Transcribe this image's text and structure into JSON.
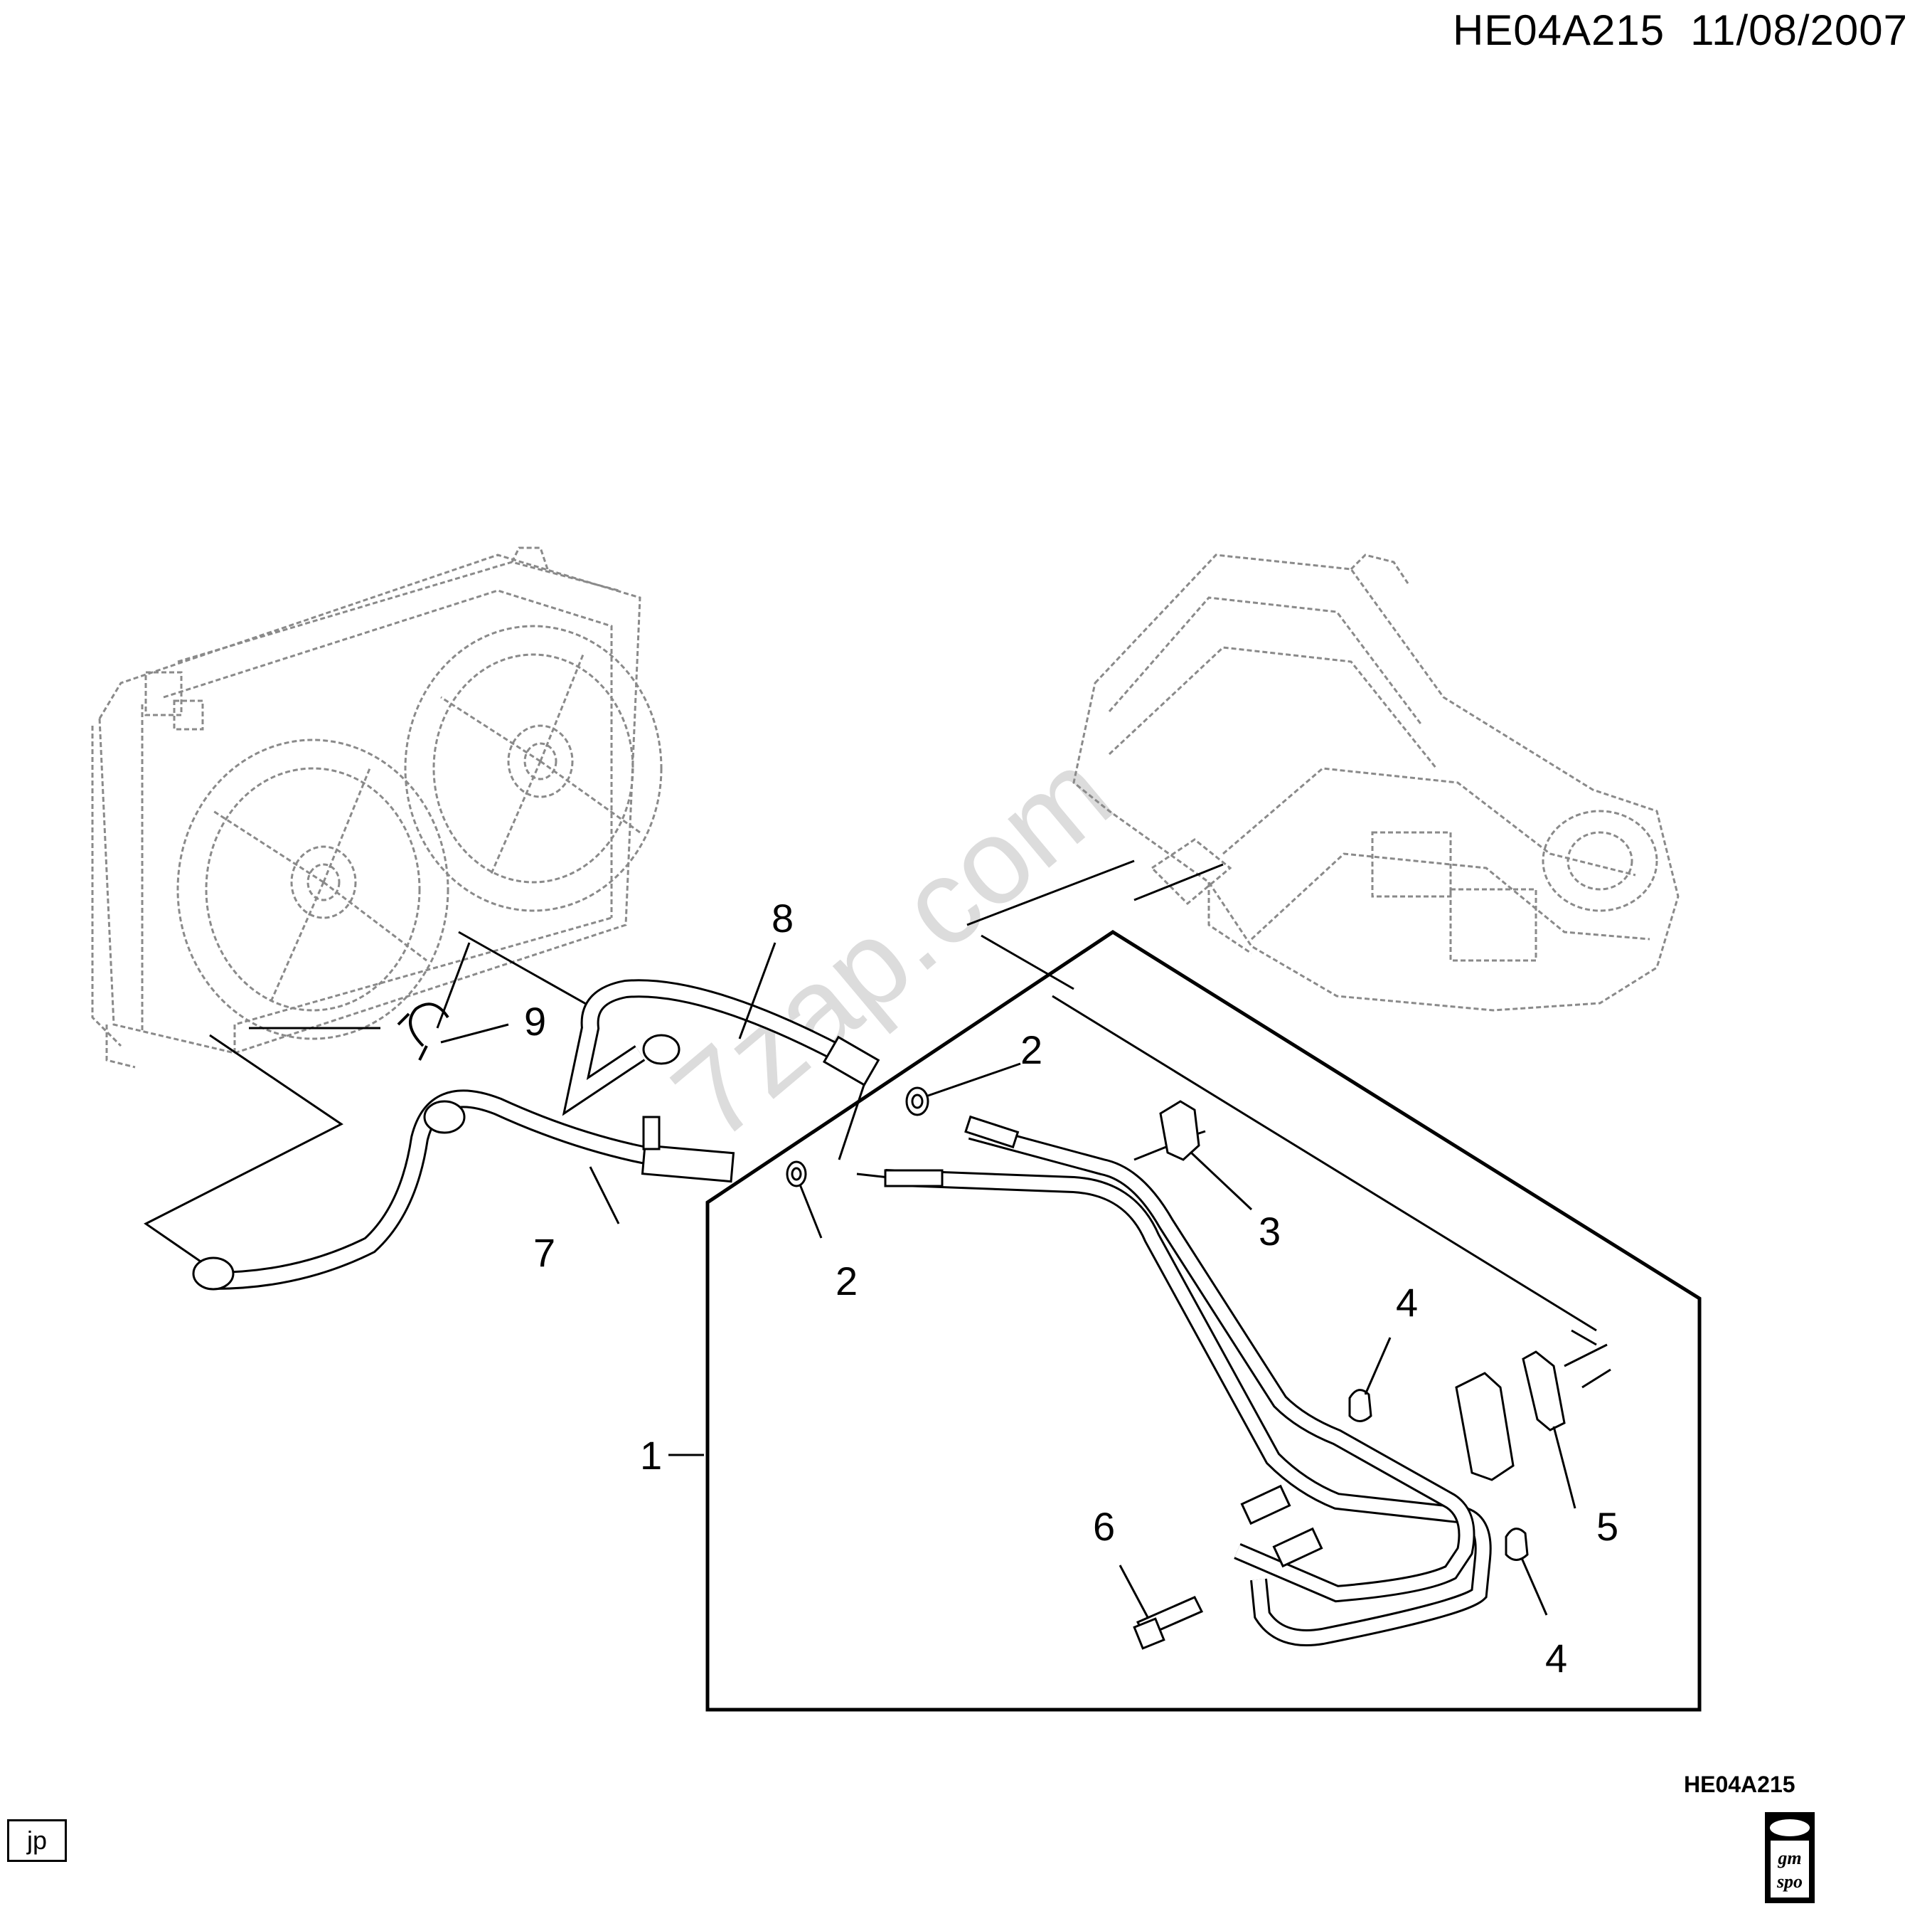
{
  "header": {
    "code": "HE04A215",
    "date": "11/08/2007"
  },
  "footer": {
    "ref_code": "HE04A215",
    "jp_label": "jp",
    "logo_text": [
      "gm",
      "spo"
    ]
  },
  "watermark": "7zap.com",
  "callouts": {
    "c1": "1",
    "c2a": "2",
    "c2b": "2",
    "c3": "3",
    "c4a": "4",
    "c4b": "4",
    "c5": "5",
    "c6": "6",
    "c7": "7",
    "c8": "8",
    "c9": "9"
  },
  "colors": {
    "line": "#000000",
    "ghost": "#8a8a8a",
    "watermark": "#dcdcdc"
  },
  "icons": [
    "radiator-fan-assembly-illustration",
    "transmission-illustration",
    "gm-spo-logo-icon",
    "bolt-icon",
    "clip-icon",
    "bracket-icon"
  ]
}
